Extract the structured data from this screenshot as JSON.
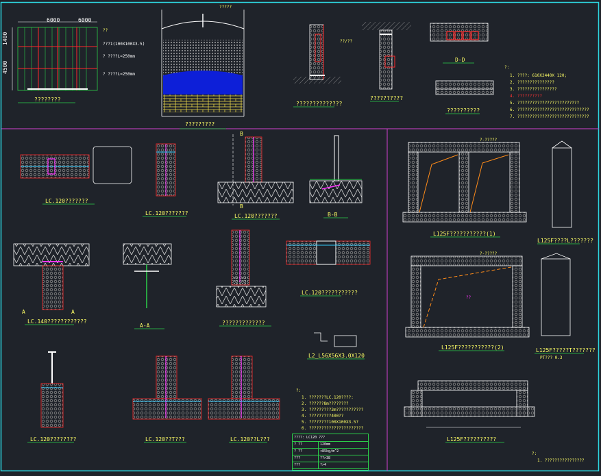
{
  "sheet": {
    "background": "#1f232a",
    "frame_color": "#2ed6e0",
    "divider_color": "#d040d0",
    "accent_green": "#2bd14a",
    "accent_red": "#ff2a2a",
    "accent_yellow": "#ffff66",
    "accent_magenta": "#ff33ff",
    "accent_cyan": "#33ccff"
  },
  "dims": {
    "top_a": "6000",
    "top_b": "6000",
    "left_a": "1400",
    "left_b": "4500"
  },
  "labels": {
    "elev_note_1": "???1(100X100X3.5)",
    "elev_note_2": "? ????L=250mm",
    "elev_note_3": "? ????L=250mm"
  },
  "captions": {
    "c1": "????????",
    "c2": "?????????",
    "c3": "??????????????",
    "c4": "??????????",
    "c5": "D-D",
    "c6": "??????????",
    "c7": "LC.120???????",
    "c8": "LC.120???????",
    "c9": "LC.120???????",
    "c10": "B-B",
    "c11": "L125F???????????(1)",
    "c12": "L125F????L???????",
    "c13": "LC.140????????????",
    "c14": "A-A",
    "c15": "?????????????",
    "c16": "LC.120???????????",
    "c17": "L125F???????????(2)",
    "c18": "L125F?????T???????",
    "c19": "L2_L56X56X3.0X120",
    "c20": "LC.120????????",
    "c21": "LC.120??T???",
    "c22": "LC.120??L???",
    "c23": "L125F??????????"
  },
  "notes_top": {
    "title": "?:",
    "n1": "1. ????: 610X2440X 120;",
    "n2": "2. ???????????????",
    "n3": "3. ????????????????",
    "n4": "4. ??????????",
    "n5": "5. ?????????????????????????",
    "n6": "6. ?????????????????????????????",
    "n7": "7. ?????????????????????????????"
  },
  "notes_bottom": {
    "title": "?:",
    "n1": "1. ???????LC.120????:",
    "n2": "2. ??????8m????????",
    "n3": "3. ?????????3m???????????",
    "n4": "4. ?????????400??",
    "n5": "5. ????????100X100X3.5?",
    "n6": "6. ??????????????????????"
  },
  "notes_br": {
    "title": "?:",
    "n1": "1. ????????????????"
  },
  "table": {
    "header": "????: LC120 ???",
    "rows": [
      {
        "k": "? ??",
        "v": "120mm"
      },
      {
        "k": "? ??",
        "v": "<85kg/m^2"
      },
      {
        "k": "???",
        "v": "??>38"
      },
      {
        "k": "???",
        "v": "?>4"
      }
    ]
  },
  "tiny": {
    "t1": "?????",
    "t2": "??/??",
    "t3": "??",
    "t4": "B",
    "t5": "B",
    "t6": "A",
    "t7": "A",
    "t8": "??",
    "t9": "?-?????",
    "t10": "PT??? 0.3"
  }
}
